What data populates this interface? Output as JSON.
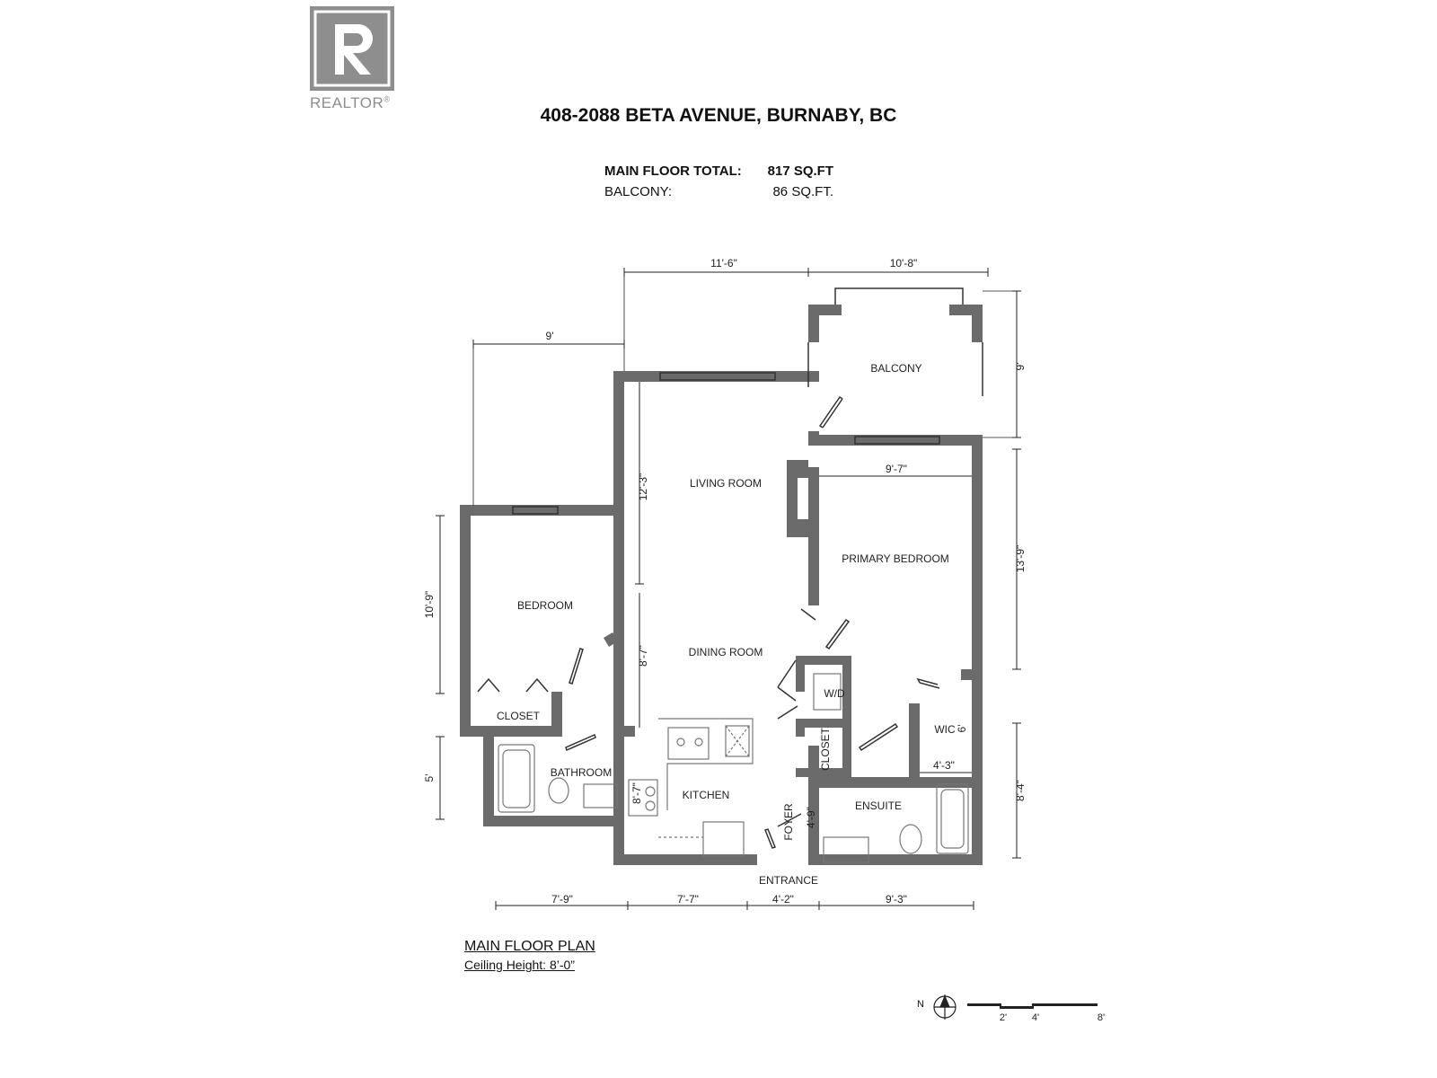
{
  "logo": {
    "text": "REALTOR",
    "mark": "®",
    "icon": "realtor-r-icon"
  },
  "title": "408-2088 BETA AVENUE, BURNABY, BC",
  "areas": {
    "main_label": "MAIN FLOOR TOTAL:",
    "main_value": "817 SQ.FT",
    "balcony_label": "BALCONY:",
    "balcony_value": "86 SQ.FT."
  },
  "rooms": {
    "balcony": "BALCONY",
    "living": "LIVING ROOM",
    "primary": "PRIMARY BEDROOM",
    "bedroom": "BEDROOM",
    "dining": "DINING ROOM",
    "closet1": "CLOSET",
    "wd": "W/D",
    "closet2": "CLOSET",
    "wic": "WIC",
    "bathroom": "BATHROOM",
    "kitchen": "KITCHEN",
    "foyer": "FOYER",
    "ensuite": "ENSUITE",
    "entrance": "ENTRANCE"
  },
  "dims": {
    "top_left": "11'-6\"",
    "top_right": "10'-8\"",
    "bedroom_top": "9'",
    "balcony_side": "9'",
    "living_side": "12'-3\"",
    "primary_width": "9'-7\"",
    "primary_side": "13'-9\"",
    "bedroom_side": "10'-9\"",
    "dining_side": "8'-7\"",
    "wic_side": "6'",
    "wic_width": "4'-3\"",
    "bath_side": "5'",
    "kitchen_side": "8'-7\"",
    "foyer_side": "4'-9\"",
    "ensuite_side": "8'-4\"",
    "bottom_1": "7'-9\"",
    "bottom_2": "7'-7\"",
    "bottom_3": "4'-2\"",
    "bottom_4": "9'-3\""
  },
  "plan_title": "MAIN FLOOR PLAN",
  "ceiling": "Ceiling Height: 8’-0”",
  "north": {
    "label": "N",
    "icon": "north-arrow-icon"
  },
  "scale": {
    "labels": [
      "2'",
      "4'",
      "8'"
    ]
  }
}
